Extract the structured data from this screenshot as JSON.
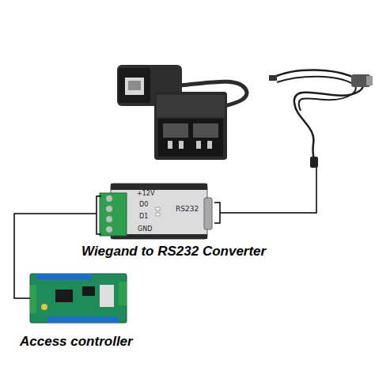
{
  "diagram": {
    "nodes": [
      {
        "text": [
          "+12V",
          "D0",
          "D1",
          "GND",
          "RS232",
          "Wiegand to RS232 Converter"
        ]
      },
      {
        "text": [
          "Access controller"
        ]
      }
    ],
    "edges": [
      {
        "from": 0,
        "to": 1,
        "arrow": "none"
      }
    ]
  }
}
